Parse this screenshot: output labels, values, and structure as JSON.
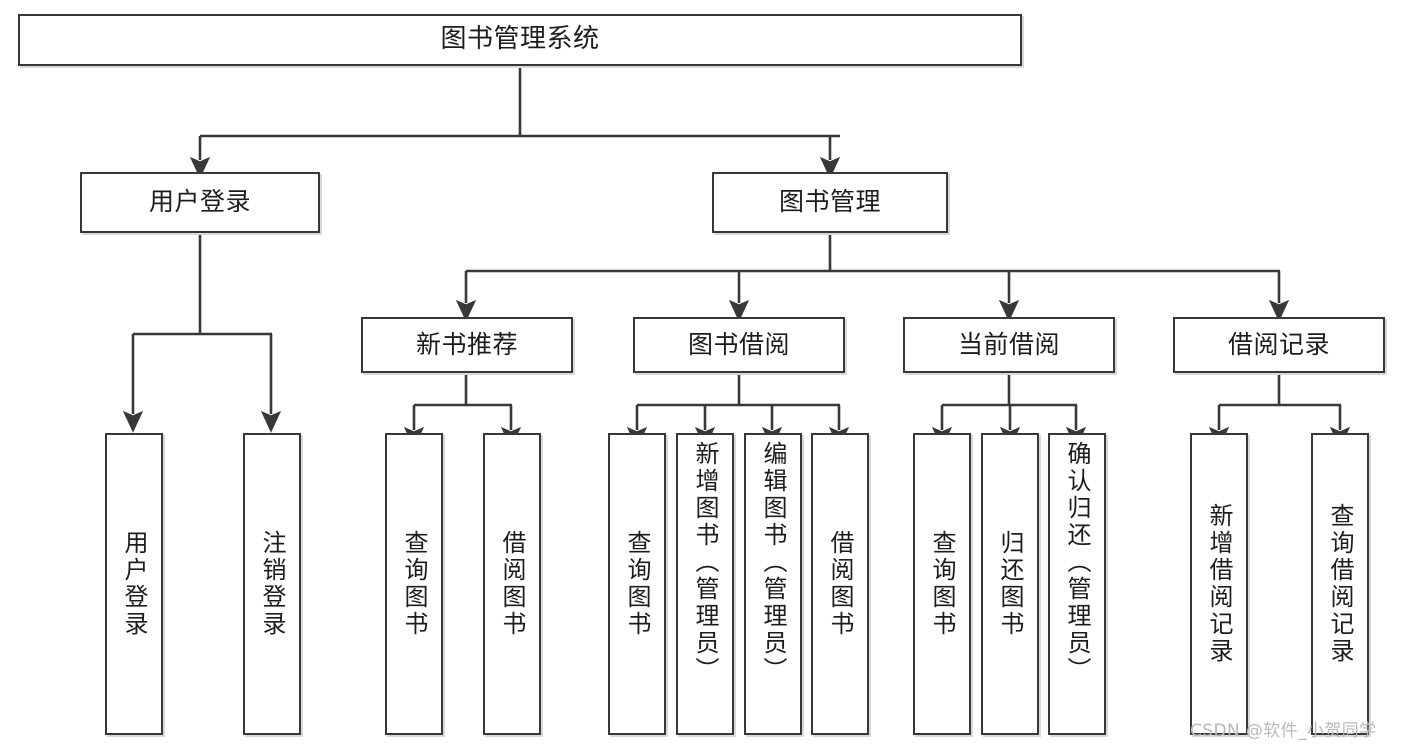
{
  "diagram": {
    "title": "图书管理系统",
    "type": "functional-structure-tree",
    "stroke_color": "#38383a",
    "fill_color": "#ffffff",
    "text_color": "#1d1d1f",
    "shadow_color": "#d9d9dc",
    "watermark": "CSDN @软件_小贺同学"
  },
  "nodes": {
    "root": {
      "label": "图书管理系统",
      "level": 0
    },
    "user_login": {
      "label": "用户登录",
      "level": 1
    },
    "book_manage": {
      "label": "图书管理",
      "level": 1
    },
    "new_book_rec": {
      "label": "新书推荐",
      "level": 2
    },
    "book_borrow": {
      "label": "图书借阅",
      "level": 2
    },
    "current_borrow": {
      "label": "当前借阅",
      "level": 2
    },
    "borrow_record": {
      "label": "借阅记录",
      "level": 2
    },
    "leaf_user_login": {
      "label": "用户登录",
      "level": 3
    },
    "leaf_logout": {
      "label": "注销登录",
      "level": 3
    },
    "leaf_query_book_1": {
      "label": "查询图书",
      "level": 3
    },
    "leaf_borrow_book_1": {
      "label": "借阅图书",
      "level": 3
    },
    "leaf_query_book_2": {
      "label": "查询图书",
      "level": 3
    },
    "leaf_add_book": {
      "label": "新增图书（管理员）",
      "level": 3
    },
    "leaf_edit_book": {
      "label": "编辑图书（管理员）",
      "level": 3
    },
    "leaf_borrow_book_2": {
      "label": "借阅图书",
      "level": 3
    },
    "leaf_query_book_3": {
      "label": "查询图书",
      "level": 3
    },
    "leaf_return_book": {
      "label": "归还图书",
      "level": 3
    },
    "leaf_confirm_return": {
      "label": "确认归还（管理员）",
      "level": 3
    },
    "leaf_add_record": {
      "label": "新增借阅记录",
      "level": 3
    },
    "leaf_query_record": {
      "label": "查询借阅记录",
      "level": 3
    }
  },
  "edges": [
    {
      "from": "root",
      "to": "user_login"
    },
    {
      "from": "root",
      "to": "book_manage"
    },
    {
      "from": "book_manage",
      "to": "new_book_rec"
    },
    {
      "from": "book_manage",
      "to": "book_borrow"
    },
    {
      "from": "book_manage",
      "to": "current_borrow"
    },
    {
      "from": "book_manage",
      "to": "borrow_record"
    },
    {
      "from": "user_login",
      "to": "leaf_user_login"
    },
    {
      "from": "user_login",
      "to": "leaf_logout"
    },
    {
      "from": "new_book_rec",
      "to": "leaf_query_book_1"
    },
    {
      "from": "new_book_rec",
      "to": "leaf_borrow_book_1"
    },
    {
      "from": "book_borrow",
      "to": "leaf_query_book_2"
    },
    {
      "from": "book_borrow",
      "to": "leaf_add_book"
    },
    {
      "from": "book_borrow",
      "to": "leaf_edit_book"
    },
    {
      "from": "book_borrow",
      "to": "leaf_borrow_book_2"
    },
    {
      "from": "current_borrow",
      "to": "leaf_query_book_3"
    },
    {
      "from": "current_borrow",
      "to": "leaf_return_book"
    },
    {
      "from": "current_borrow",
      "to": "leaf_confirm_return"
    },
    {
      "from": "borrow_record",
      "to": "leaf_add_record"
    },
    {
      "from": "borrow_record",
      "to": "leaf_query_record"
    }
  ]
}
